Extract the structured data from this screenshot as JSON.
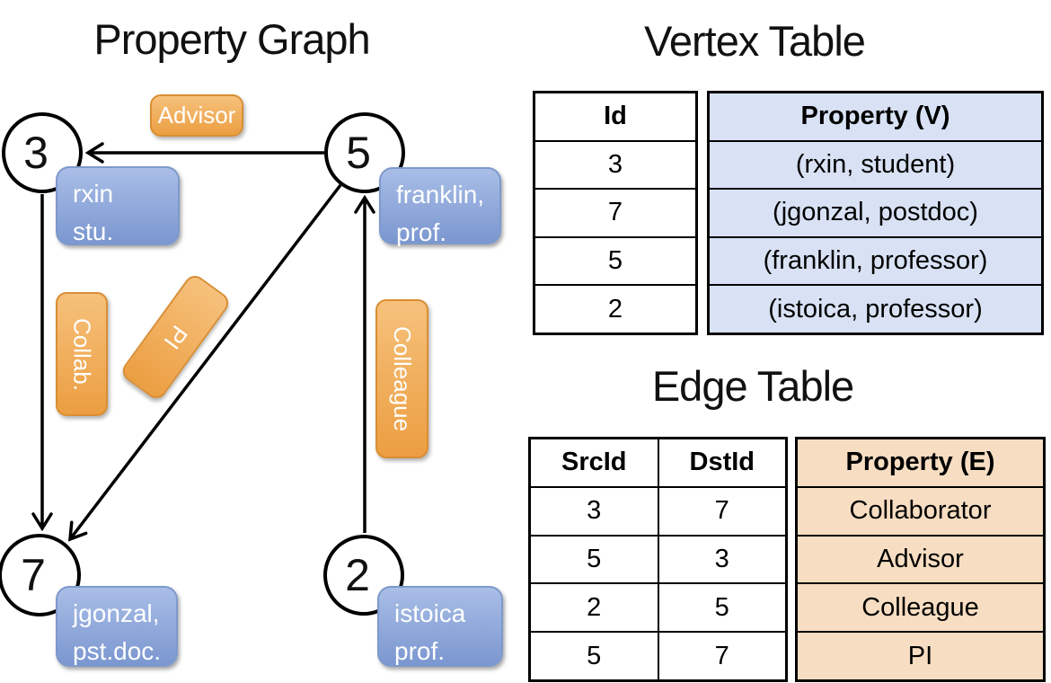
{
  "panel_graph": {
    "title": "Property Graph",
    "nodes": [
      {
        "id": "3",
        "line1": "rxin",
        "line2": "stu."
      },
      {
        "id": "5",
        "line1": "franklin,",
        "line2": "prof."
      },
      {
        "id": "7",
        "line1": "jgonzal,",
        "line2": "pst.doc."
      },
      {
        "id": "2",
        "line1": "istoica",
        "line2": "prof."
      }
    ],
    "edge_labels": {
      "advisor": "Advisor",
      "collab": "Collab.",
      "pi": "PI",
      "colleague": "Colleague"
    }
  },
  "vertex_table": {
    "title": "Vertex Table",
    "headers": {
      "id": "Id",
      "property": "Property (V)"
    },
    "rows": [
      {
        "id": "3",
        "property": "(rxin, student)"
      },
      {
        "id": "7",
        "property": "(jgonzal, postdoc)"
      },
      {
        "id": "5",
        "property": "(franklin, professor)"
      },
      {
        "id": "2",
        "property": "(istoica, professor)"
      }
    ]
  },
  "edge_table": {
    "title": "Edge Table",
    "headers": {
      "src": "SrcId",
      "dst": "DstId",
      "property": "Property (E)"
    },
    "rows": [
      {
        "src": "3",
        "dst": "7",
        "property": "Collaborator"
      },
      {
        "src": "5",
        "dst": "3",
        "property": "Advisor"
      },
      {
        "src": "2",
        "dst": "5",
        "property": "Colleague"
      },
      {
        "src": "5",
        "dst": "7",
        "property": "PI"
      }
    ]
  },
  "colors": {
    "edge_label_fill": "#EC9E41",
    "vertex_label_fill": "#8CA8DC",
    "vertex_cell_fill": "#D8E2F4",
    "edge_cell_fill": "#F7DDC2",
    "line": "#000000"
  }
}
